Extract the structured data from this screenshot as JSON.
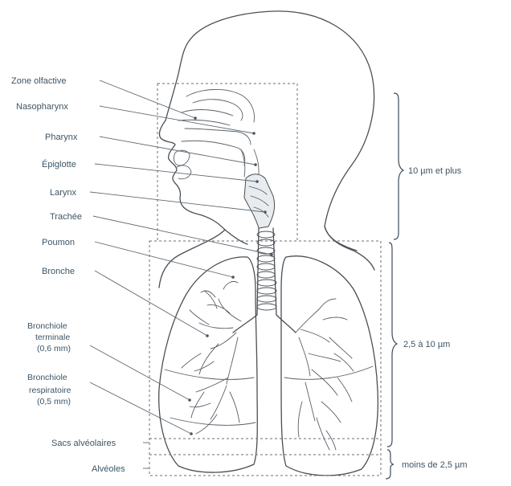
{
  "labels": {
    "zone_olfactive": "Zone olfactive",
    "nasopharynx": "Nasopharynx",
    "pharynx": "Pharynx",
    "epiglotte": "Épiglotte",
    "larynx": "Larynx",
    "trachee": "Trachée",
    "poumon": "Poumon",
    "bronche": "Bronche",
    "bronchiole_terminale": [
      "Bronchiole",
      "terminale",
      "(0,6 mm)"
    ],
    "bronchiole_respiratoire": [
      "Bronchiole",
      "respiratoire",
      "(0,5 mm)"
    ],
    "sacs_alveolaires": "Sacs alvéolaires",
    "alveoles": "Alvéoles"
  },
  "size_ranges": {
    "upper": "10 µm et plus",
    "middle": "2,5 à 10 µm",
    "lower": "moins de 2,5 µm"
  },
  "colors": {
    "label_text": "#3c5566",
    "outline": "#4a4f55",
    "background": "#ffffff"
  }
}
